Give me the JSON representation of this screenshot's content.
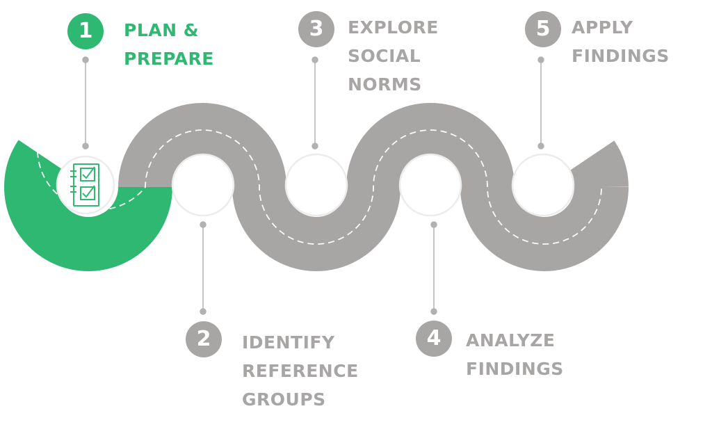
{
  "colors": {
    "accent": "#2eb872",
    "road": "#a8a5a5",
    "road_center_dash": "#ffffff",
    "connector": "#b3b0b0",
    "ring": "#ececec",
    "label_inactive": "#a8a5a5"
  },
  "steps": [
    {
      "number": "1",
      "lines": [
        "PLAN &",
        "PREPARE"
      ],
      "active": true,
      "icon": "checklist-icon"
    },
    {
      "number": "2",
      "lines": [
        "IDENTIFY",
        "REFERENCE",
        "GROUPS"
      ],
      "active": false
    },
    {
      "number": "3",
      "lines": [
        "EXPLORE",
        "SOCIAL",
        "NORMS"
      ],
      "active": false
    },
    {
      "number": "4",
      "lines": [
        "ANALYZE",
        "FINDINGS"
      ],
      "active": false
    },
    {
      "number": "5",
      "lines": [
        "APPLY",
        "FINDINGS"
      ],
      "active": false
    }
  ]
}
